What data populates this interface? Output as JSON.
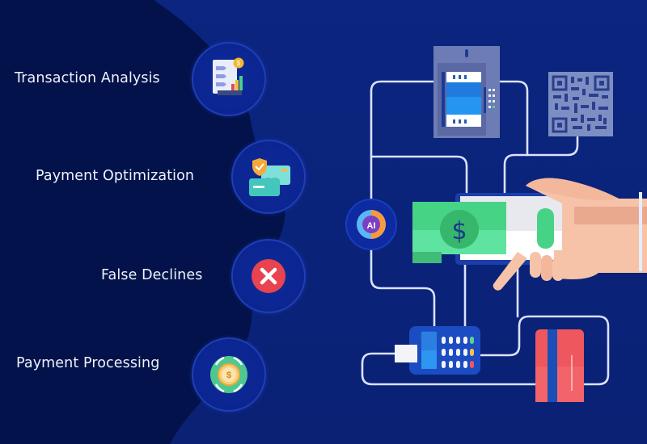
{
  "features": [
    {
      "label": "Transaction Analysis",
      "icon": "transaction-analysis-icon"
    },
    {
      "label": "Payment Optimization",
      "icon": "payment-optimization-icon"
    },
    {
      "label": "False Declines",
      "icon": "decline-x-icon"
    },
    {
      "label": "Payment Processing",
      "icon": "payment-processing-icon"
    }
  ],
  "illustration": {
    "ai_badge": "AI",
    "currency_symbol": "$"
  },
  "colors": {
    "background": "#0a2378",
    "left_panel": "#03124a",
    "line": "#d9e2ff",
    "cash_green": "#47d386",
    "decline_red": "#e9434f",
    "card_red": "#f05a61",
    "skin": "#f6c3a8"
  }
}
